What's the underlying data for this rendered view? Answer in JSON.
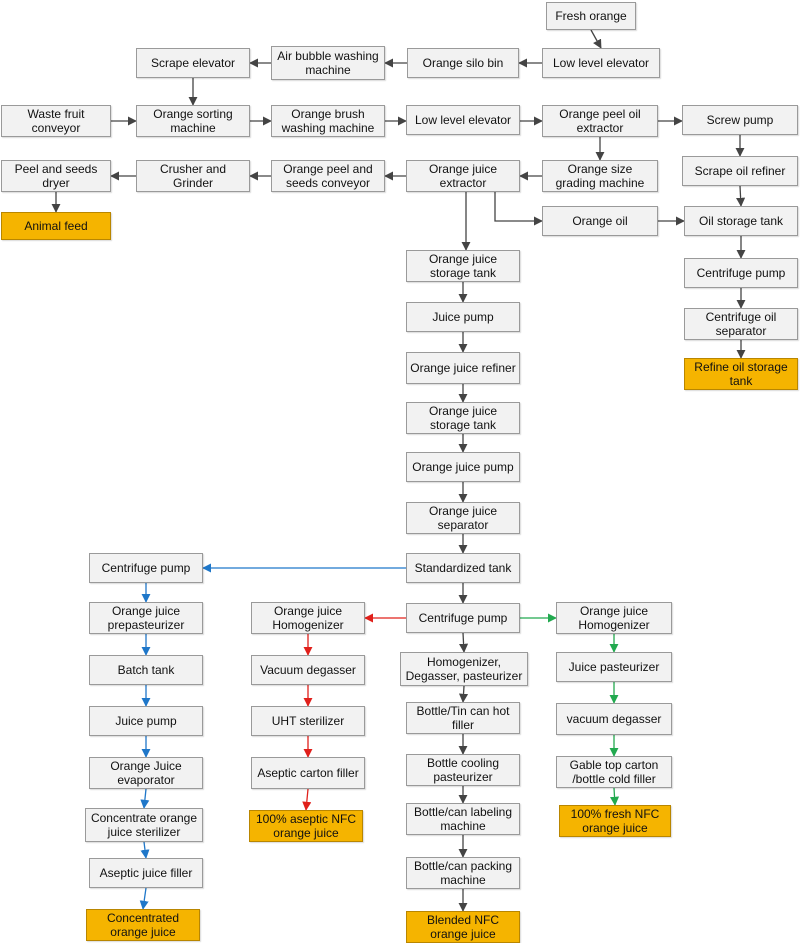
{
  "nodes": {
    "fresh_orange": "Fresh orange",
    "low_level_elevator_1": "Low level elevator",
    "orange_silo_bin": "Orange silo bin",
    "air_bubble_washing": "Air bubble washing machine",
    "scrape_elevator": "Scrape elevator",
    "waste_fruit_conveyor": "Waste fruit conveyor",
    "orange_sorting": "Orange sorting machine",
    "orange_brush_washing": "Orange brush washing machine",
    "low_level_elevator_2": "Low level elevator",
    "orange_peel_oil_extractor": "Orange peel oil extractor",
    "screw_pump": "Screw pump",
    "peel_seeds_dryer": "Peel and seeds dryer",
    "crusher_grinder": "Crusher and Grinder",
    "peel_seeds_conveyor": "Orange peel and seeds conveyor",
    "orange_juice_extractor": "Orange juice extractor",
    "orange_size_grading": "Orange size grading machine",
    "scrape_oil_refiner": "Scrape oil refiner",
    "animal_feed": "Animal feed",
    "orange_oil": "Orange oil",
    "oil_storage_tank": "Oil storage tank",
    "oj_storage_tank_1": "Orange juice storage tank",
    "centrifuge_pump_oil": "Centrifuge pump",
    "juice_pump_1": "Juice pump",
    "centrifuge_oil_separator": "Centrifuge oil separator",
    "oj_refiner": "Orange juice refiner",
    "refine_oil_storage": "Refine oil storage tank",
    "oj_storage_tank_2": "Orange juice storage tank",
    "oj_pump": "Orange juice pump",
    "oj_separator": "Orange juice separator",
    "centrifuge_pump_left": "Centrifuge pump",
    "standardized_tank": "Standardized tank",
    "oj_prepasteurizer": "Orange juice prepasteurizer",
    "oj_homogenizer_left": "Orange juice Homogenizer",
    "centrifuge_pump_center": "Centrifuge pump",
    "oj_homogenizer_right": "Orange juice Homogenizer",
    "batch_tank": "Batch tank",
    "vacuum_degasser_left": "Vacuum degasser",
    "homog_degas_past": "Homogenizer, Degasser, pasteurizer",
    "juice_pasteurizer": "Juice pasteurizer",
    "juice_pump_2": "Juice pump",
    "uht_sterilizer": "UHT sterilizer",
    "bottle_tin_hot_filler": "Bottle/Tin can  hot filler",
    "vacuum_degasser_right": "vacuum degasser",
    "oj_evaporator": "Orange Juice evaporator",
    "aseptic_carton_filler": "Aseptic carton filler",
    "bottle_cooling_past": "Bottle cooling pasteurizer",
    "gable_top_filler": "Gable top carton /bottle cold filler",
    "concentrate_sterilizer": "Concentrate orange juice sterilizer",
    "aseptic_nfc": "100% aseptic NFC orange juice",
    "bottle_labeling": "Bottle/can labeling machine",
    "fresh_nfc": "100% fresh NFC orange juice",
    "aseptic_juice_filler": "Aseptic juice filler",
    "bottle_packing": "Bottle/can packing machine",
    "concentrated_oj": "Concentrated orange juice",
    "blended_nfc": "Blended NFC orange juice"
  },
  "colors": {
    "box_fill": "#f2f2f2",
    "box_border": "#9a9a9a",
    "final_fill": "#f5b400",
    "arrow_default": "#444444",
    "arrow_blue": "#1f77c9",
    "arrow_red": "#e0201b",
    "arrow_green": "#22a94f"
  }
}
